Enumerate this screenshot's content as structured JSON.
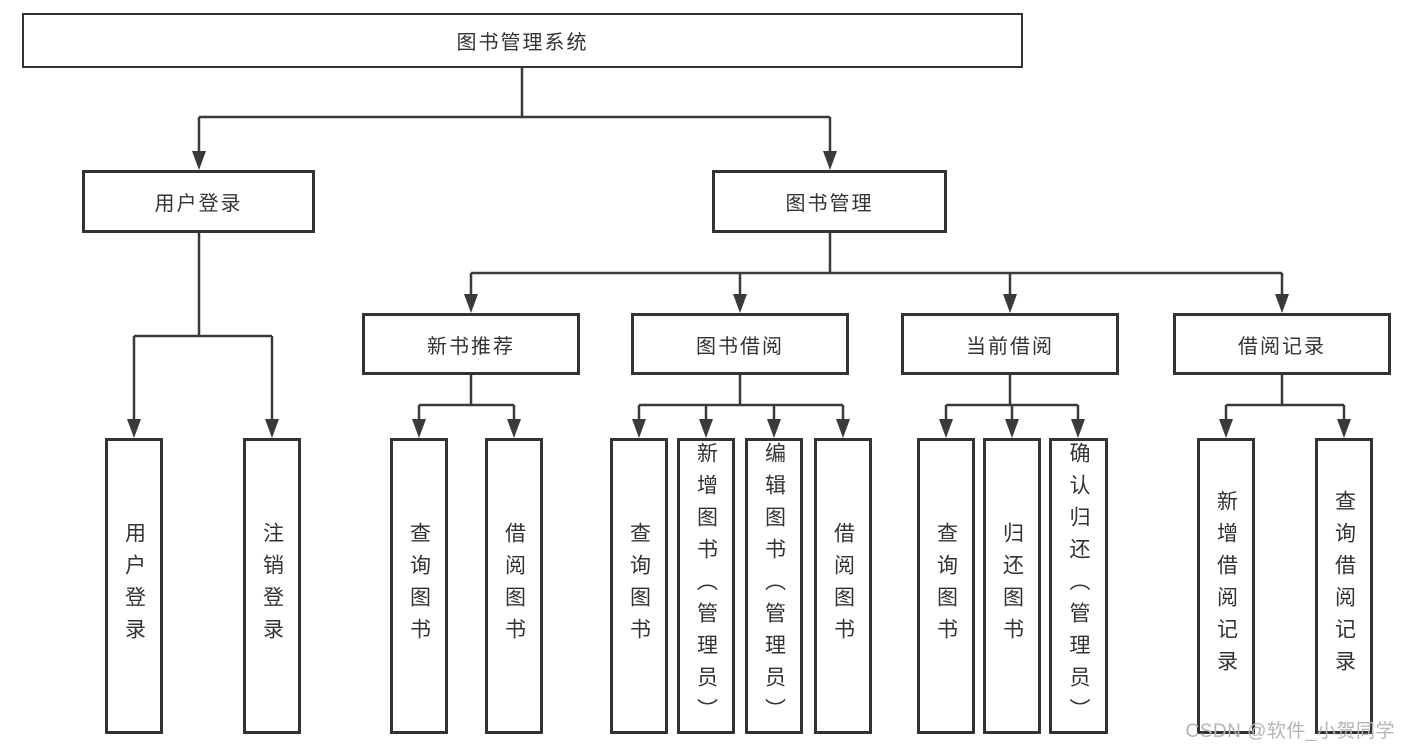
{
  "diagram": {
    "watermark": "CSDN @软件_小贺同学",
    "colors": {
      "line": "#3a3a3a",
      "box_border": "#333333",
      "text": "#333333",
      "watermark": "#b5b5b5",
      "background": "#ffffff"
    },
    "tree": {
      "label": "图书管理系统",
      "children": [
        {
          "label": "用户登录",
          "children": [
            {
              "label": "用户登录"
            },
            {
              "label": "注销登录"
            }
          ]
        },
        {
          "label": "图书管理",
          "children": [
            {
              "label": "新书推荐",
              "children": [
                {
                  "label": "查询图书"
                },
                {
                  "label": "借阅图书"
                }
              ]
            },
            {
              "label": "图书借阅",
              "children": [
                {
                  "label": "查询图书"
                },
                {
                  "label": "新增图书（管理员）"
                },
                {
                  "label": "编辑图书（管理员）"
                },
                {
                  "label": "借阅图书"
                }
              ]
            },
            {
              "label": "当前借阅",
              "children": [
                {
                  "label": "查询图书"
                },
                {
                  "label": "归还图书"
                },
                {
                  "label": "确认归还（管理员）"
                }
              ]
            },
            {
              "label": "借阅记录",
              "children": [
                {
                  "label": "新增借阅记录"
                },
                {
                  "label": "查询借阅记录"
                }
              ]
            }
          ]
        }
      ]
    }
  }
}
